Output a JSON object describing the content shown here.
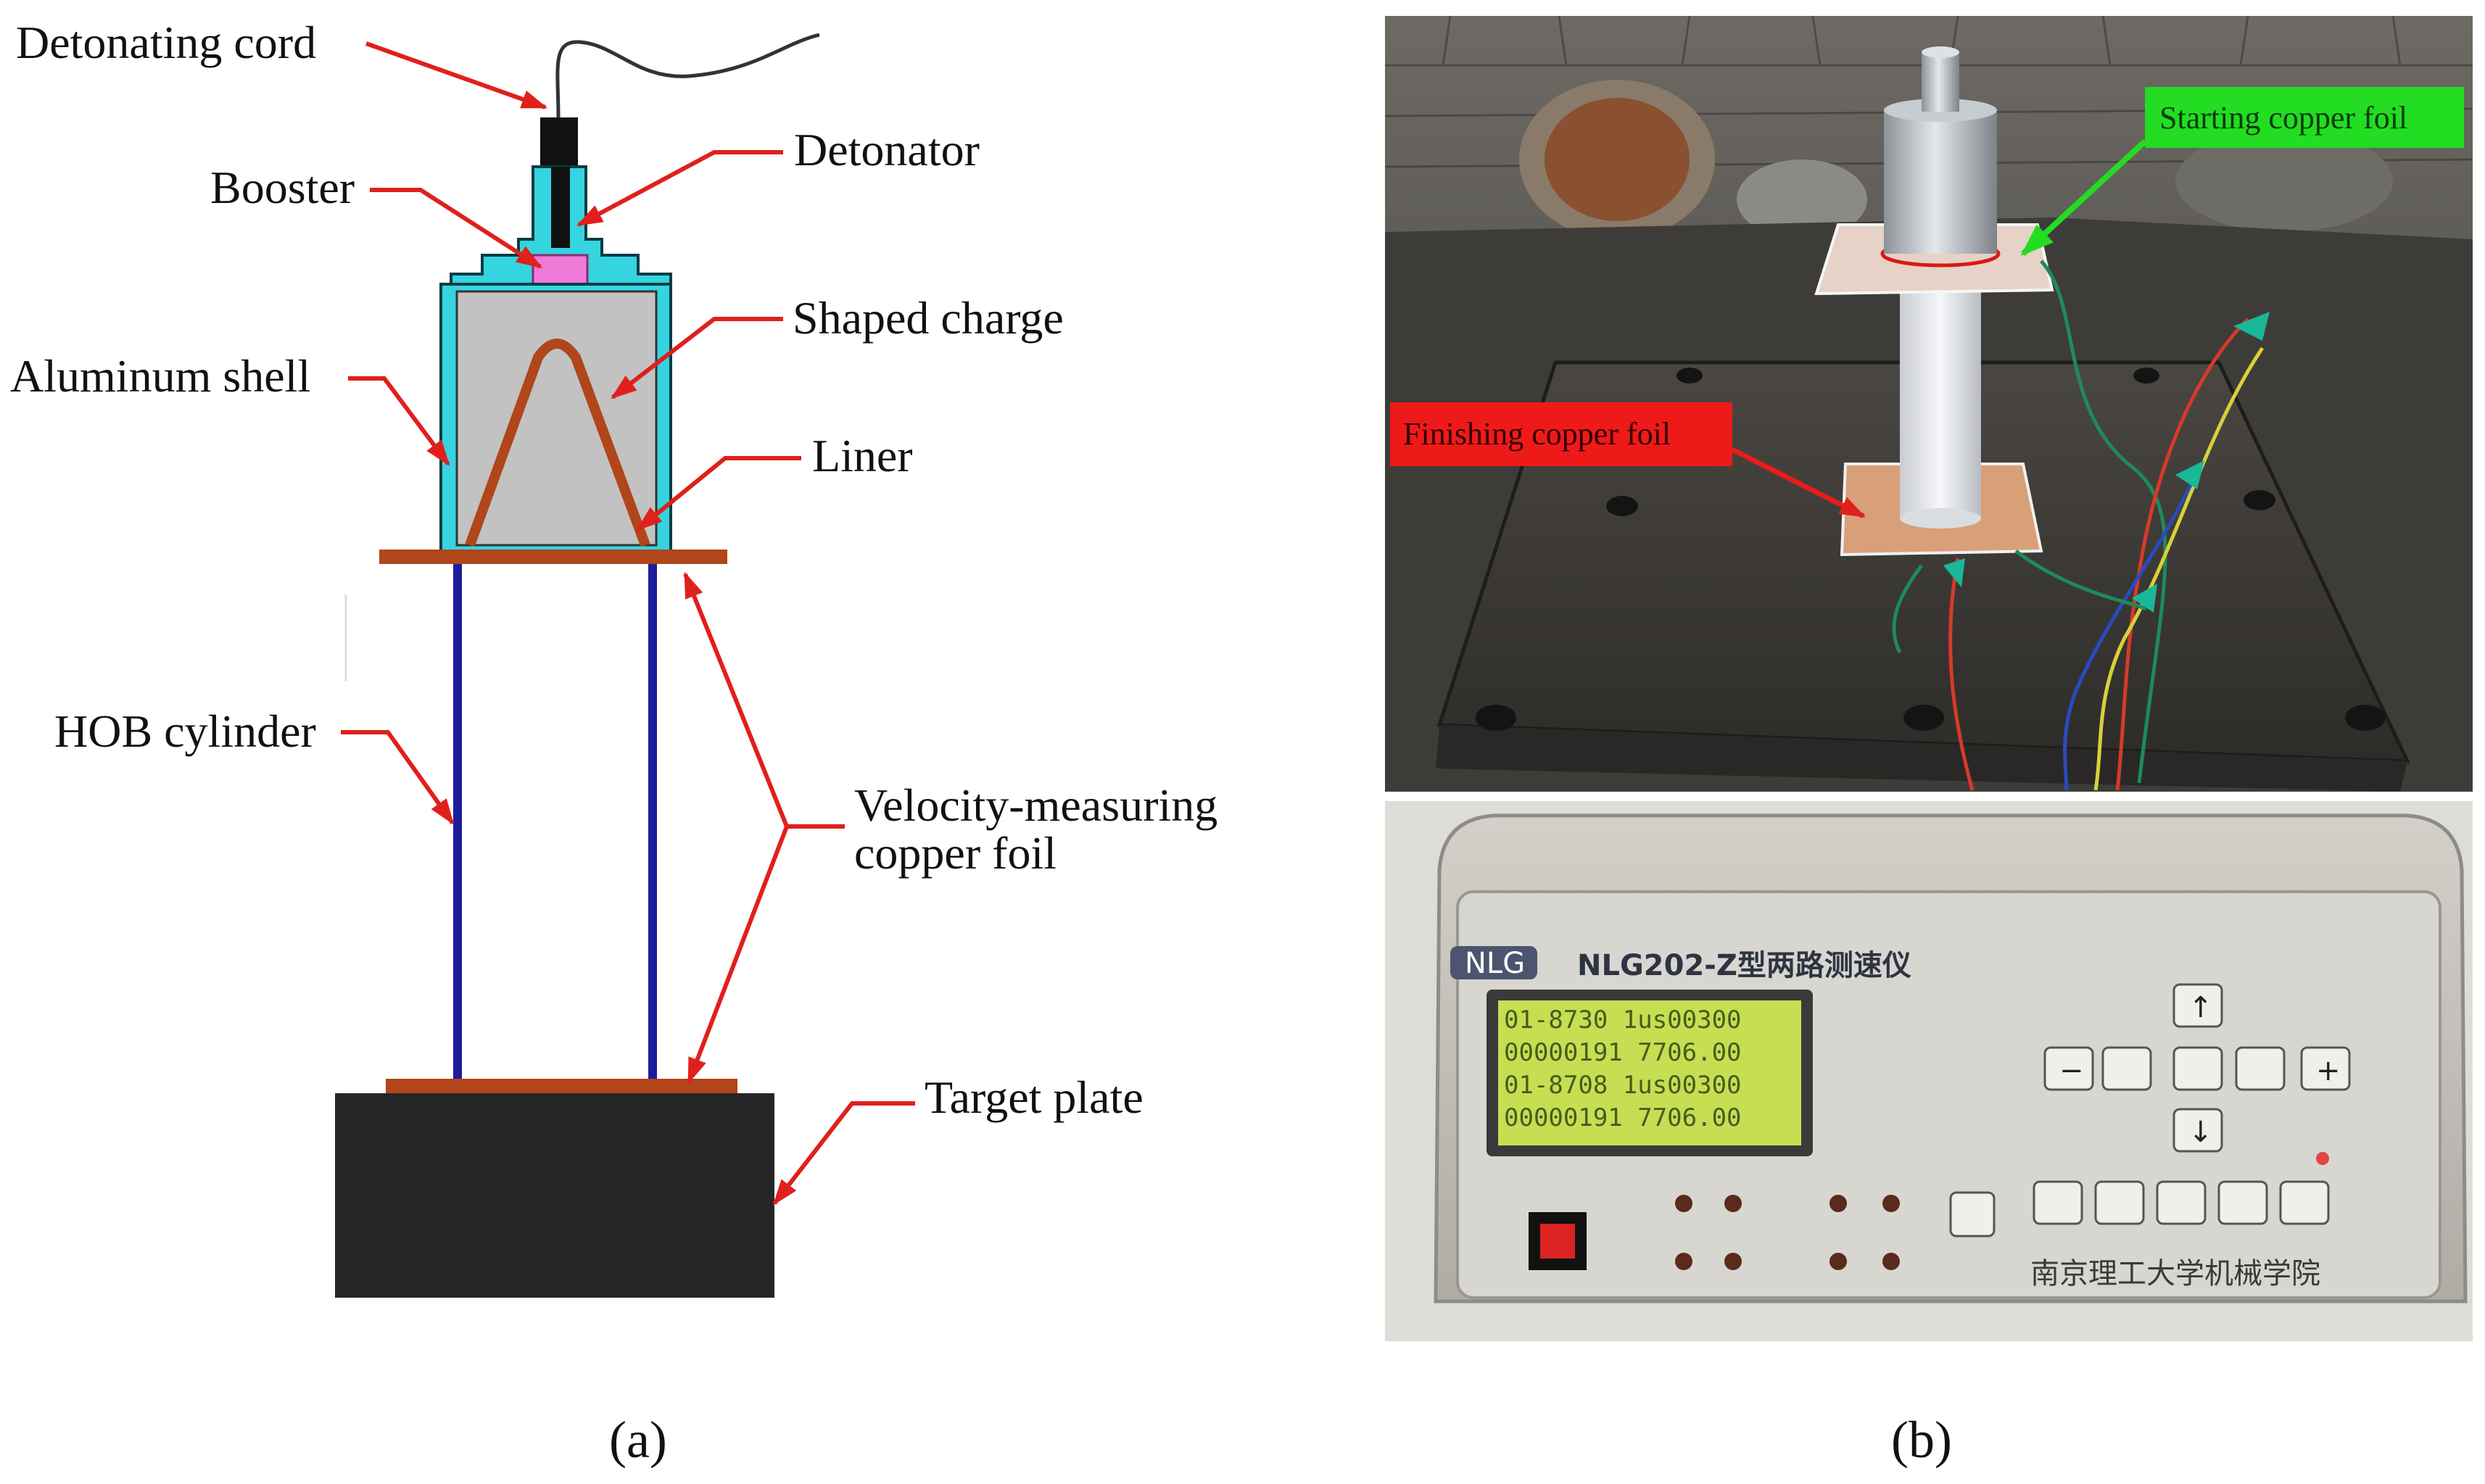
{
  "panel_a": {
    "labels": {
      "detonating_cord": "Detonating cord",
      "detonator": "Detonator",
      "booster": "Booster",
      "shaped_charge": "Shaped charge",
      "aluminum_shell": "Aluminum shell",
      "liner": "Liner",
      "hob_cylinder": "HOB cylinder",
      "velocity_foil_line1": "Velocity-measuring",
      "velocity_foil_line2": "copper foil",
      "target_plate": "Target plate"
    },
    "caption": "(a)"
  },
  "panel_b": {
    "tags": {
      "starting_foil": "Starting copper foil",
      "finishing_foil": "Finishing copper foil"
    },
    "device": {
      "model": "NLG202-Z型两路测速仪",
      "brand": "NLG",
      "lcd_lines": [
        "01-8730 1us00300",
        "00000191 7706.00",
        "01-8708 1us00300",
        "00000191 7706.00"
      ],
      "maker": "南京理工大学机械学院",
      "key_up": "↑",
      "key_down": "↓",
      "key_minus": "−",
      "key_plus": "+"
    },
    "caption": "(b)"
  },
  "colors": {
    "arrow_red": "#e0201c",
    "shell_cyan": "#35d4e0",
    "charge_gray": "#c2c2c2",
    "liner_brown": "#b0461a",
    "cylinder_blue": "#1c1e9c",
    "booster_pink": "#f07ad8",
    "target_dark": "#262626",
    "green_tag": "#22dd22",
    "red_tag": "#ee1a1a",
    "lcd_green": "#c6de52"
  }
}
